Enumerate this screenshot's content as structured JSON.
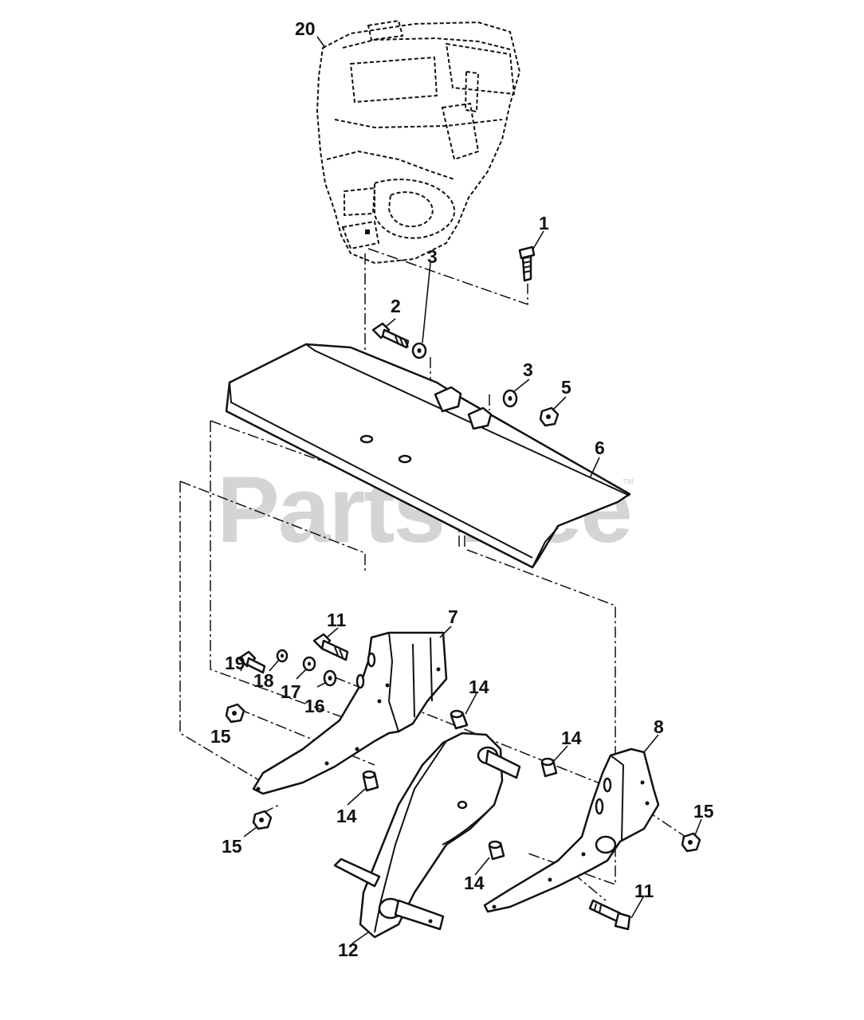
{
  "watermark": {
    "text": "PartsTree",
    "trademark": "™"
  },
  "callouts": {
    "c1": "1",
    "c2": "2",
    "c3a": "3",
    "c3b": "3",
    "c5": "5",
    "c6": "6",
    "c7": "7",
    "c8": "8",
    "c11a": "11",
    "c11b": "11",
    "c12": "12",
    "c14a": "14",
    "c14b": "14",
    "c14c": "14",
    "c14d": "14",
    "c15a": "15",
    "c15b": "15",
    "c15c": "15",
    "c16": "16",
    "c17": "17",
    "c18": "18",
    "c19": "19",
    "c20": "20"
  },
  "colors": {
    "line": "#111111",
    "watermark": "#d4d4d4",
    "background": "#ffffff"
  }
}
